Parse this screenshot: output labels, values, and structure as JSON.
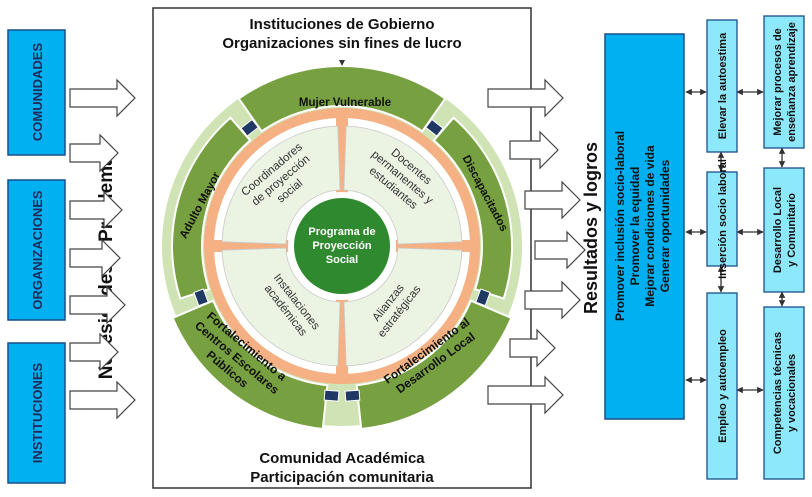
{
  "left_groups": [
    "COMUNIDADES",
    "ORGANIZACIONES",
    "INSTITUCIONES"
  ],
  "left_caption": "Necesidades y Problemas",
  "frame": {
    "top_line1": "Instituciones de Gobierno",
    "top_line2": "Organizaciones sin fines de lucro",
    "bottom_line1": "Comunidad Académica",
    "bottom_line2": "Participación comunitaria"
  },
  "outer_ring": {
    "top": "Mujer Vulnerable",
    "left": "Adulto Mayor",
    "right": "Discapacitados",
    "bottom_left": [
      "Fortalecimiento a",
      "Centros Escolares",
      "Públicos"
    ],
    "bottom_right": [
      "Fortalecimiento al",
      "Desarrollo Local"
    ]
  },
  "quadrants": {
    "top_left": [
      "Coordinadores",
      "de proyección",
      "social"
    ],
    "top_right": [
      "Docentes",
      "permanentes y",
      "estudiantes"
    ],
    "bottom_left": [
      "Instalaciones",
      "académicas"
    ],
    "bottom_right": [
      "Alianzas",
      "estratégicas"
    ]
  },
  "center": [
    "Programa de",
    "Proyección",
    "Social"
  ],
  "results_caption": "Resultados y logros",
  "results_box": [
    "Promover inclusión socio-laboral",
    "Promover la equidad",
    "Mejorar condiciones de vida",
    "Generar oportunidades"
  ],
  "outcome_boxes": {
    "col1": [
      "Elevar la autoestima",
      "Inserción socio laboral",
      "Empleo y autoempleo"
    ],
    "col2": [
      [
        "Mejorar procesos de",
        "enseñanza aprendizaje"
      ],
      [
        "Desarrollo Local",
        "y Comunitario"
      ],
      [
        "Competencias técnicas",
        "y vocacionales"
      ]
    ]
  },
  "colors": {
    "blue_box": "#00b0f0",
    "light_blue": "#8ee8fb",
    "ring_green": "#77a040",
    "quadrant_fill": "#ebf3e2",
    "salmon": "#f5b083",
    "center_green": "#2f8a2f",
    "navy": "#1f3864"
  }
}
